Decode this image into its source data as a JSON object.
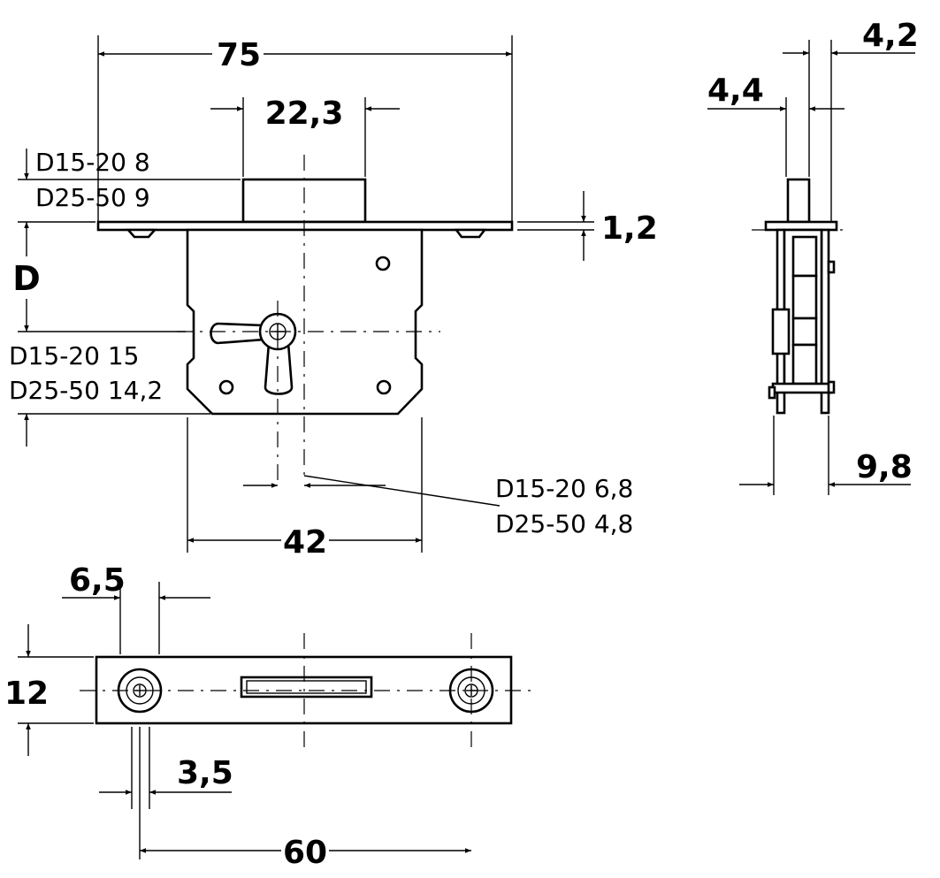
{
  "dimensions": {
    "width_75": "75",
    "forend_22_3": "22,3",
    "forend_thk_1_2": "1,2",
    "case_42": "42",
    "side_4_2": "4,2",
    "side_4_4": "4,4",
    "side_9_8": "9,8",
    "strike_6_5": "6,5",
    "strike_12": "12",
    "strike_3_5": "3,5",
    "strike_60": "60"
  },
  "labels": {
    "D": "D",
    "top_line1": "D15-20 8",
    "top_line2": "D25-50 9",
    "left_line1": "D15-20 15",
    "left_line2": "D25-50 14,2",
    "right_line1": "D15-20 6,8",
    "right_line2": "D25-50 4,8"
  }
}
